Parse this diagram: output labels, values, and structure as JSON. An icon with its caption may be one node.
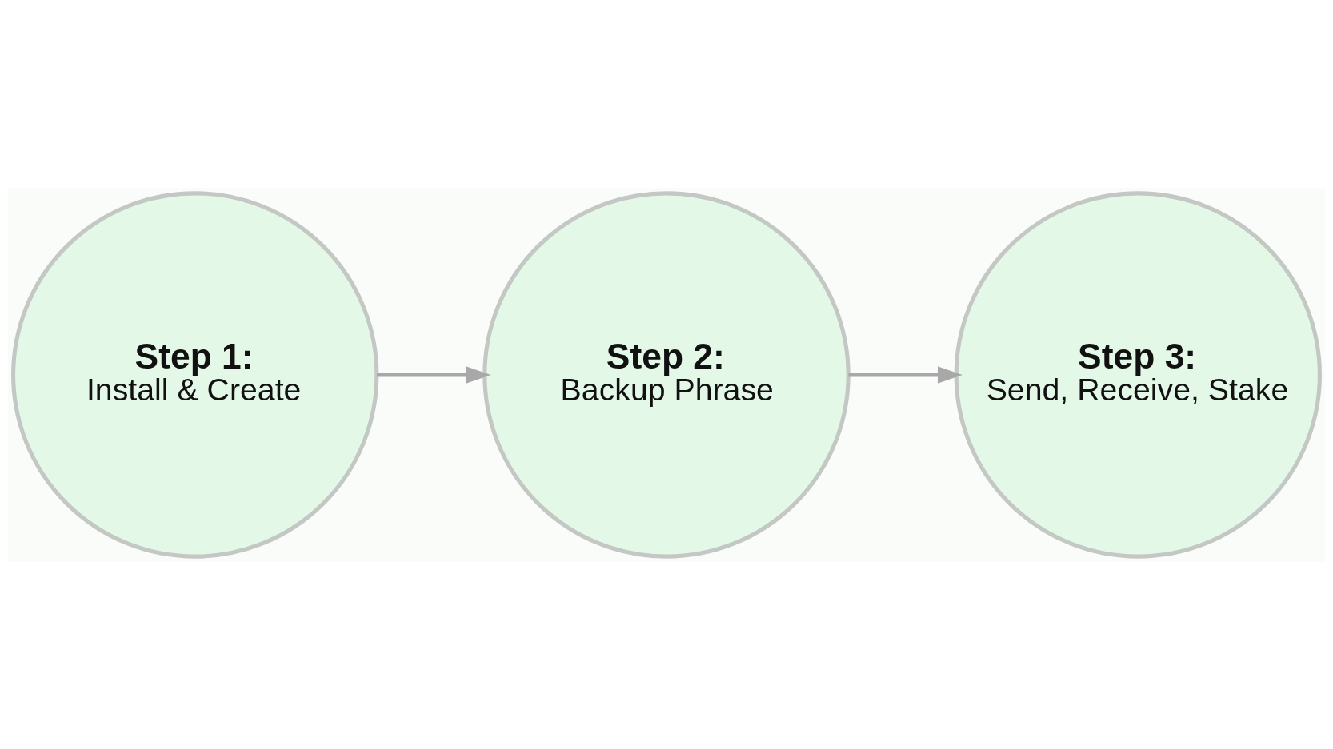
{
  "diagram": {
    "nodes": [
      {
        "text": [
          "Step 1:",
          "Install & Create"
        ]
      },
      {
        "text": [
          "Step 2:",
          "Backup Phrase"
        ]
      },
      {
        "text": [
          "Step 3:",
          "Send, Receive, Stake"
        ]
      }
    ],
    "edges": [
      {
        "from": 0,
        "to": 1,
        "arrow": "to"
      },
      {
        "from": 1,
        "to": 2,
        "arrow": "to"
      }
    ]
  }
}
